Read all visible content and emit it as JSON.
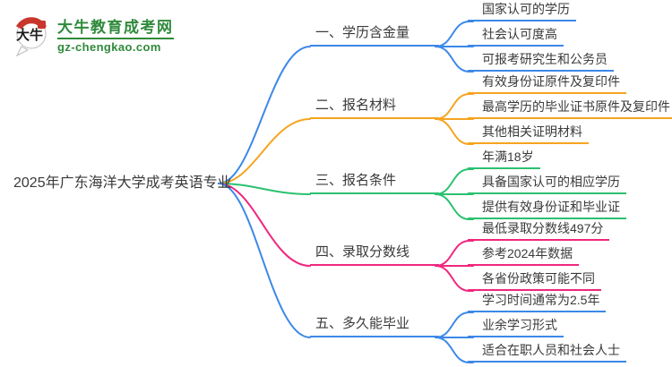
{
  "logo": {
    "icon_label": "大牛",
    "site_name": "大牛教育成考网",
    "site_url": "gz-chengkao.com",
    "brand_green": "#2F8A3B",
    "brand_red": "#C9372C"
  },
  "root": {
    "label": "2025年广东海洋大学成考英语专业"
  },
  "branches": [
    {
      "label": "一、学历含金量",
      "color": "#3C88E8",
      "children": [
        "国家认可的学历",
        "社会认可度高",
        "可报考研究生和公务员"
      ]
    },
    {
      "label": "二、报名材料",
      "color": "#F5A41F",
      "children": [
        "有效身份证原件及复印件",
        "最高学历的毕业证书原件及复印件",
        "其他相关证明材料"
      ]
    },
    {
      "label": "三、报名条件",
      "color": "#2BC170",
      "children": [
        "年满18岁",
        "具备国家认可的相应学历",
        "提供有效身份证和毕业证"
      ]
    },
    {
      "label": "四、录取分数线",
      "color": "#F0267E",
      "children": [
        "最低录取分数线497分",
        "参考2024年数据",
        "各省份政策可能不同"
      ]
    },
    {
      "label": "五、多久能毕业",
      "color": "#3C88E8",
      "children": [
        "学习时间通常为2.5年",
        "业余学习形式",
        "适合在职人员和社会人士"
      ]
    }
  ]
}
